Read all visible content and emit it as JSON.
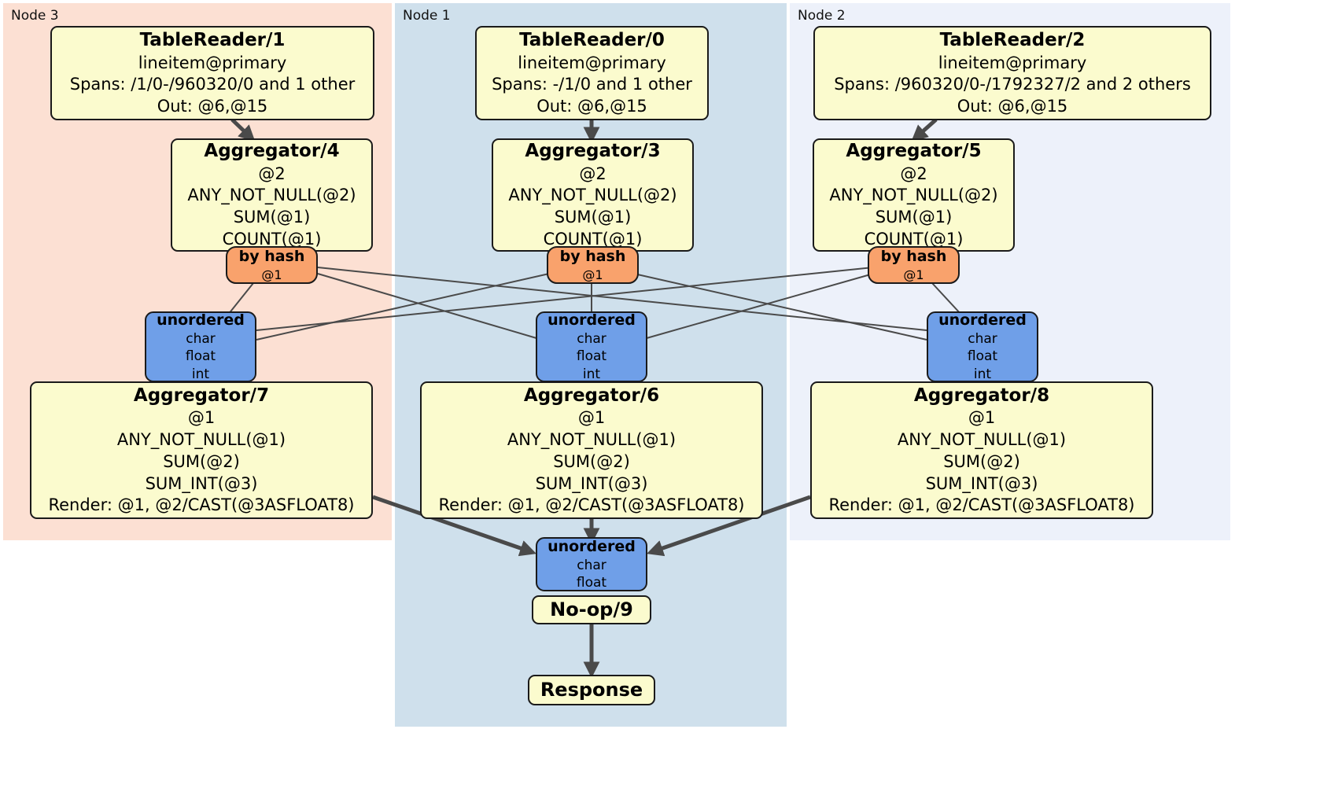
{
  "diagram": {
    "type": "distributed-query-plan",
    "title": "Distributed query plan",
    "colors": {
      "processor_fill": "#fbfbce",
      "router_fill": "#f9a26c",
      "synchronizer_fill": "#6f9fe8",
      "node3_panel": "#fce0d3",
      "node1_panel": "#cfe0ec",
      "node2_panel": "#edf1fa",
      "edge": "#4a4a4a",
      "border": "#1a1a1a"
    }
  },
  "panels": [
    {
      "id": "node3",
      "label": "Node 3",
      "color": "#fce0d3"
    },
    {
      "id": "node1",
      "label": "Node 1",
      "color": "#cfe0ec"
    },
    {
      "id": "node2",
      "label": "Node 2",
      "color": "#edf1fa"
    }
  ],
  "processors": {
    "tablereader1": {
      "title": "TableReader/1",
      "lines": [
        "lineitem@primary",
        "Spans: /1/0-/960320/0 and 1 other",
        "Out: @6,@15"
      ]
    },
    "tablereader0": {
      "title": "TableReader/0",
      "lines": [
        "lineitem@primary",
        "Spans: -/1/0 and 1 other",
        "Out: @6,@15"
      ]
    },
    "tablereader2": {
      "title": "TableReader/2",
      "lines": [
        "lineitem@primary",
        "Spans: /960320/0-/1792327/2 and 2 others",
        "Out: @6,@15"
      ]
    },
    "aggregator4": {
      "title": "Aggregator/4",
      "lines": [
        "@2",
        "ANY_NOT_NULL(@2)",
        "SUM(@1)",
        "COUNT(@1)"
      ]
    },
    "aggregator3": {
      "title": "Aggregator/3",
      "lines": [
        "@2",
        "ANY_NOT_NULL(@2)",
        "SUM(@1)",
        "COUNT(@1)"
      ]
    },
    "aggregator5": {
      "title": "Aggregator/5",
      "lines": [
        "@2",
        "ANY_NOT_NULL(@2)",
        "SUM(@1)",
        "COUNT(@1)"
      ]
    },
    "aggregator7": {
      "title": "Aggregator/7",
      "lines": [
        "@1",
        "ANY_NOT_NULL(@1)",
        "SUM(@2)",
        "SUM_INT(@3)",
        "Render: @1, @2/CAST(@3ASFLOAT8)"
      ]
    },
    "aggregator6": {
      "title": "Aggregator/6",
      "lines": [
        "@1",
        "ANY_NOT_NULL(@1)",
        "SUM(@2)",
        "SUM_INT(@3)",
        "Render: @1, @2/CAST(@3ASFLOAT8)"
      ]
    },
    "aggregator8": {
      "title": "Aggregator/8",
      "lines": [
        "@1",
        "ANY_NOT_NULL(@1)",
        "SUM(@2)",
        "SUM_INT(@3)",
        "Render: @1, @2/CAST(@3ASFLOAT8)"
      ]
    },
    "noop9": {
      "title": "No-op/9",
      "lines": []
    },
    "response": {
      "title": "Response",
      "lines": []
    }
  },
  "routers": {
    "hash_left": {
      "title": "by hash",
      "lines": [
        "@1"
      ]
    },
    "hash_center": {
      "title": "by hash",
      "lines": [
        "@1"
      ]
    },
    "hash_right": {
      "title": "by hash",
      "lines": [
        "@1"
      ]
    }
  },
  "synchronizers": {
    "sync_left": {
      "title": "unordered",
      "lines": [
        "char",
        "float",
        "int"
      ]
    },
    "sync_center": {
      "title": "unordered",
      "lines": [
        "char",
        "float",
        "int"
      ]
    },
    "sync_right": {
      "title": "unordered",
      "lines": [
        "char",
        "float",
        "int"
      ]
    },
    "sync_final": {
      "title": "unordered",
      "lines": [
        "char",
        "float"
      ]
    }
  }
}
